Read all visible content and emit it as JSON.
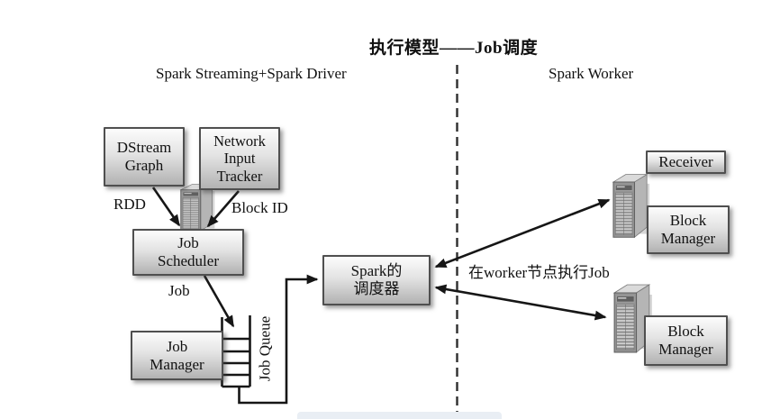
{
  "title": "执行模型——Job调度",
  "sections": {
    "driver": "Spark Streaming+Spark Driver",
    "worker": "Spark Worker"
  },
  "boxes": {
    "dstream_graph": {
      "lines": [
        "DStream",
        "Graph"
      ]
    },
    "network_input_tracker": {
      "lines": [
        "Network",
        "Input",
        "Tracker"
      ]
    },
    "job_scheduler": {
      "lines": [
        "Job",
        "Scheduler"
      ]
    },
    "job_manager": {
      "lines": [
        "Job",
        "Manager"
      ]
    },
    "spark_scheduler": {
      "lines": [
        "Spark的",
        "调度器"
      ]
    },
    "receiver": {
      "lines": [
        "Receiver"
      ]
    },
    "block_manager_top": {
      "lines": [
        "Block",
        "Manager"
      ]
    },
    "block_manager_bottom": {
      "lines": [
        "Block",
        "Manager"
      ]
    }
  },
  "labels": {
    "rdd": "RDD",
    "block_id": "Block ID",
    "job": "Job",
    "job_queue": "Job Queue",
    "worker_exec": "在worker节点执行Job"
  },
  "icons": [
    "driver-server-icon",
    "worker-server-top-icon",
    "worker-server-bottom-icon",
    "job-queue-ladder-icon"
  ],
  "colors": {
    "box_border": "#4f4f4f",
    "box_gradient_top": "#fcfcfc",
    "box_gradient_bottom": "#b2b2b2",
    "line": "#161616",
    "divider": "#2e2e2e",
    "bottom_bar": "#e9eef4"
  }
}
